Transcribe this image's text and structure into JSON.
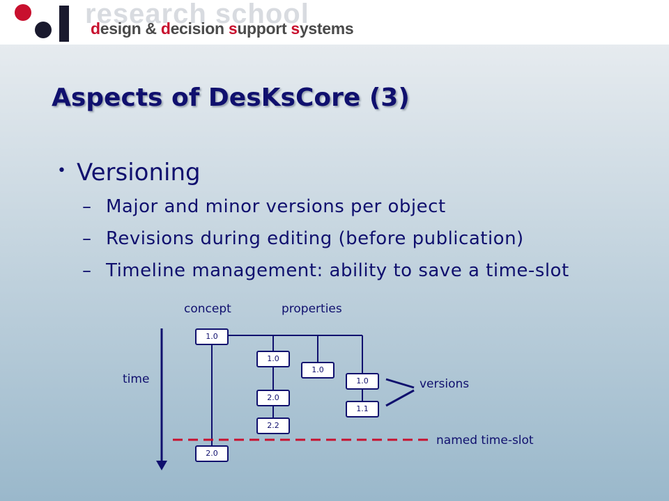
{
  "header": {
    "logo_big_text": "research school",
    "logo_sub_text": {
      "parts": [
        {
          "text": "d",
          "highlight": true
        },
        {
          "text": "esign & ",
          "highlight": false
        },
        {
          "text": "d",
          "highlight": true
        },
        {
          "text": "ecision ",
          "highlight": false
        },
        {
          "text": "s",
          "highlight": true
        },
        {
          "text": "upport ",
          "highlight": false
        },
        {
          "text": "s",
          "highlight": true
        },
        {
          "text": "ystems",
          "highlight": false
        }
      ]
    }
  },
  "slide": {
    "title": "Aspects of DesKsCore (3)",
    "bullet": "Versioning",
    "sub_bullets": [
      "Major and minor versions per object",
      "Revisions during editing (before publication)",
      "Timeline management: ability to save a time-slot"
    ]
  },
  "diagram": {
    "labels": {
      "concept": "concept",
      "properties": "properties",
      "time": "time",
      "versions": "versions",
      "named_time_slot": "named time-slot"
    },
    "boxes": {
      "concept_1": "1.0",
      "concept_2": "2.0",
      "prop_a_1": "1.0",
      "prop_a_2": "2.0",
      "prop_a_3": "2.2",
      "prop_b_1": "1.0",
      "prop_c_1": "1.0",
      "prop_c_2": "1.1"
    },
    "colors": {
      "line": "#10106e",
      "time_slot": "#c8102e"
    }
  },
  "colors": {
    "title": "#10106e",
    "accent": "#c8102e",
    "logo_dot_red": "#c8102e",
    "logo_dot_dark": "#1a1a2e"
  }
}
